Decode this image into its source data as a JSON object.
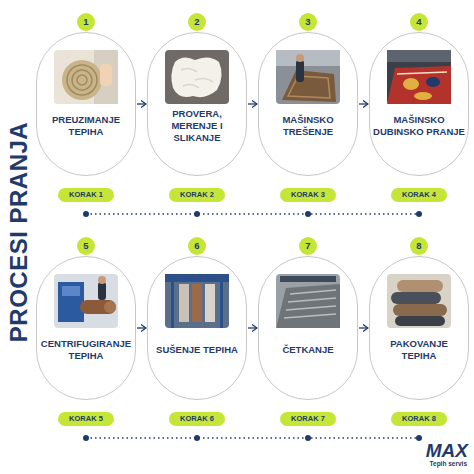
{
  "diagram": {
    "title": "PROCESI PRANJA",
    "nodes": [
      {
        "text": [
          "1"
        ]
      },
      {
        "text": [
          "PREUZIMANJE TEPIHA"
        ]
      },
      {
        "text": [
          "KORAK 1"
        ]
      },
      {
        "text": [
          "2"
        ]
      },
      {
        "text": [
          "PROVERA, MERENJE I SLIKANJE"
        ]
      },
      {
        "text": [
          "KORAK 2"
        ]
      },
      {
        "text": [
          "3"
        ]
      },
      {
        "text": [
          "MAŠINSKO TREŠENJE"
        ]
      },
      {
        "text": [
          "KORAK 3"
        ]
      },
      {
        "text": [
          "4"
        ]
      },
      {
        "text": [
          "MAŠINSKO DUBINSKO PRANJE"
        ]
      },
      {
        "text": [
          "KORAK 4"
        ]
      },
      {
        "text": [
          "5"
        ]
      },
      {
        "text": [
          "CENTRIFUGIRANJE TEPIHA"
        ]
      },
      {
        "text": [
          "KORAK 5"
        ]
      },
      {
        "text": [
          "6"
        ]
      },
      {
        "text": [
          "SUŠENJE TEPIHA"
        ]
      },
      {
        "text": [
          "KORAK 6"
        ]
      },
      {
        "text": [
          "7"
        ]
      },
      {
        "text": [
          "ČETKANJE"
        ]
      },
      {
        "text": [
          "KORAK 7"
        ]
      },
      {
        "text": [
          "8"
        ]
      },
      {
        "text": [
          "PAKOVANJE TEPIHA"
        ]
      },
      {
        "text": [
          "KORAK 8"
        ]
      }
    ],
    "edges": [
      {
        "from": 1,
        "to": 4,
        "arrow": "to"
      },
      {
        "from": 4,
        "to": 7,
        "arrow": "to"
      },
      {
        "from": 7,
        "to": 10,
        "arrow": "to"
      },
      {
        "from": 13,
        "to": 16,
        "arrow": "to"
      },
      {
        "from": 16,
        "to": 19,
        "arrow": "to"
      },
      {
        "from": 19,
        "to": 22,
        "arrow": "to"
      }
    ],
    "labels": [
      "MAX",
      "Tepih servis"
    ]
  }
}
